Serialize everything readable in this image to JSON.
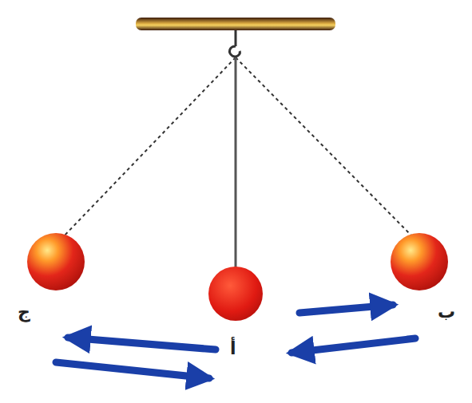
{
  "diagram": {
    "labels": [
      "ج",
      "أ",
      "ب"
    ]
  }
}
